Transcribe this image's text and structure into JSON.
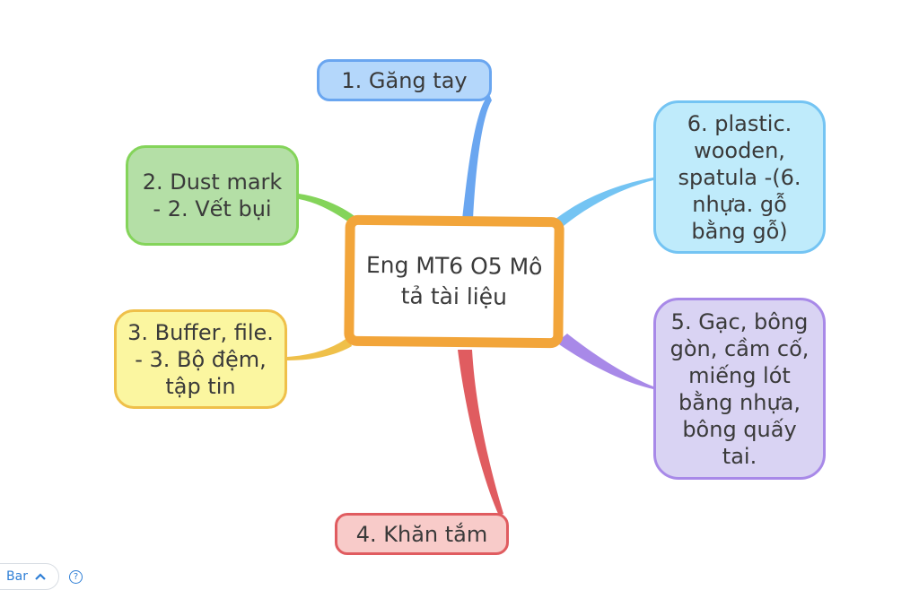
{
  "mindmap": {
    "center": {
      "label": "Eng MT6 O5 Mô tả tài liệu",
      "color": "#f2a53a"
    },
    "branches": [
      {
        "id": 1,
        "label": "1. Găng tay",
        "fill": "#b4d7fb",
        "stroke": "#6aa6f0"
      },
      {
        "id": 2,
        "label": "2. Dust mark - 2. Vết bụi",
        "fill": "#b4dfa6",
        "stroke": "#84d45a"
      },
      {
        "id": 3,
        "label": "3. Buffer, file. -  3. Bộ đệm, tập tin",
        "fill": "#fbf6a0",
        "stroke": "#efc04a"
      },
      {
        "id": 4,
        "label": "4. Khăn tắm",
        "fill": "#f8cbc9",
        "stroke": "#e05c60"
      },
      {
        "id": 5,
        "label": "5. Gạc, bông gòn, cầm cố, miếng lót bằng nhựa, bông quấy tai.",
        "fill": "#d9d3f3",
        "stroke": "#a889e8"
      },
      {
        "id": 6,
        "label": "6. plastic. wooden, spatula -(6. nhựa. gỗ bằng gỗ)",
        "fill": "#bfebfb",
        "stroke": "#74c4f3"
      }
    ]
  },
  "footer": {
    "bar_label": "Bar",
    "chevron_icon": "chevron-up-icon",
    "help_icon": "?"
  }
}
